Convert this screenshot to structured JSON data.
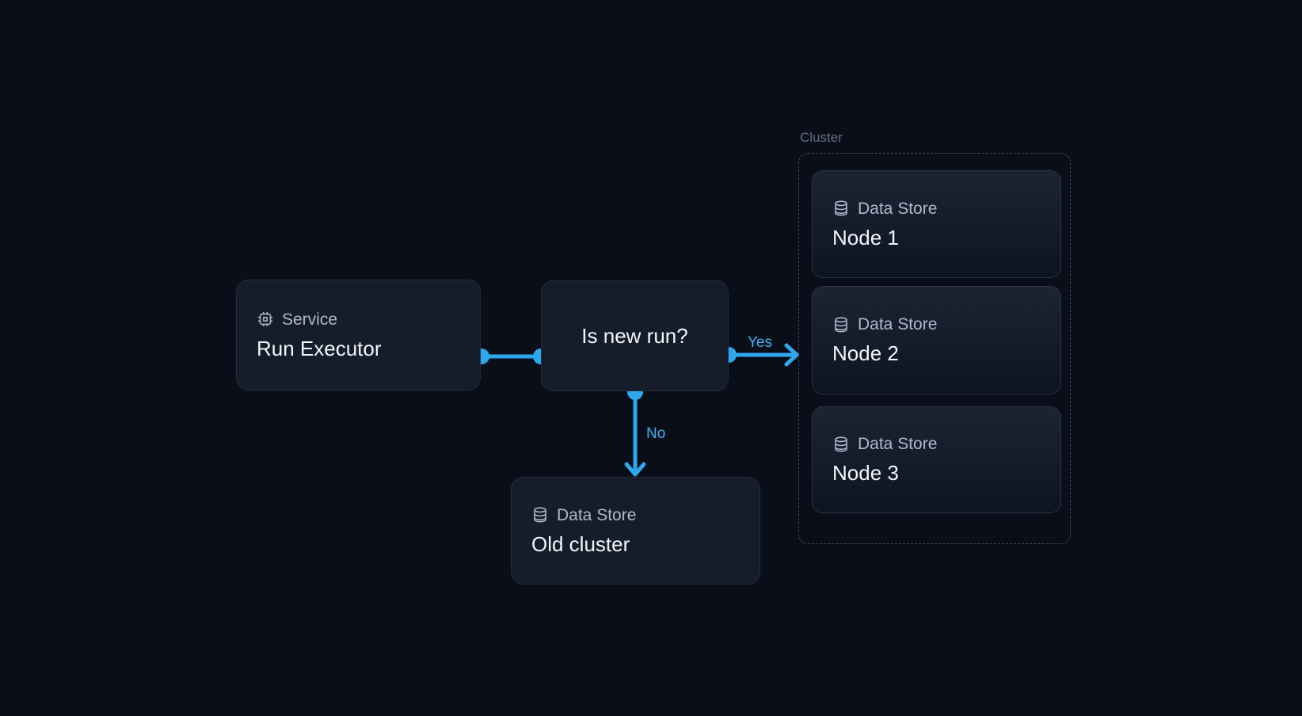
{
  "diagram": {
    "colors": {
      "background": "#0a0e18",
      "accent_blue": "#2ea7ec",
      "card_background": "#151d2b",
      "card_border": "#242e3e",
      "title_text": "#f3f6fa",
      "label_text": "#aeb9c9",
      "group_label_text": "#637083"
    },
    "run_executor": {
      "icon": "cpu-icon",
      "type_label": "Service",
      "title": "Run Executor"
    },
    "decision": {
      "title": "Is new run?"
    },
    "old_cluster": {
      "icon": "database-icon",
      "type_label": "Data Store",
      "title": "Old cluster"
    },
    "cluster": {
      "label": "Cluster",
      "nodes": [
        {
          "icon": "database-icon",
          "type_label": "Data Store",
          "title": "Node 1"
        },
        {
          "icon": "database-icon",
          "type_label": "Data Store",
          "title": "Node 2"
        },
        {
          "icon": "database-icon",
          "type_label": "Data Store",
          "title": "Node 3"
        }
      ]
    },
    "edges": {
      "yes_label": "Yes",
      "no_label": "No"
    }
  }
}
